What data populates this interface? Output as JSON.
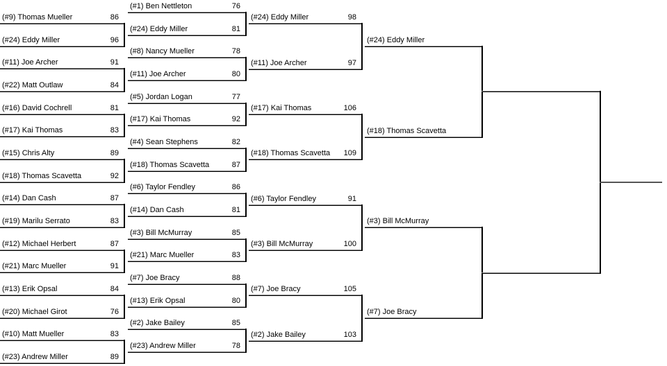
{
  "colors": {
    "background": "#ffffff",
    "text": "#000000",
    "line": "#000000",
    "line_shade": "#8c8c8c",
    "champion_line": "#555555"
  },
  "bracket": {
    "type": "single-elimination",
    "rounds": [
      {
        "name": "round-1",
        "entries": [
          {
            "label": "(#9) Thomas Mueller",
            "score": "86"
          },
          {
            "label": "(#24) Eddy Miller",
            "score": "96"
          },
          {
            "label": "(#11) Joe Archer",
            "score": "91"
          },
          {
            "label": "(#22) Matt Outlaw",
            "score": "84"
          },
          {
            "label": "(#16) David Cochrell",
            "score": "81"
          },
          {
            "label": "(#17) Kai Thomas",
            "score": "83"
          },
          {
            "label": "(#15) Chris Alty",
            "score": "89"
          },
          {
            "label": "(#18) Thomas Scavetta",
            "score": "92"
          },
          {
            "label": "(#14) Dan Cash",
            "score": "87"
          },
          {
            "label": "(#19) Marilu Serrato",
            "score": "83"
          },
          {
            "label": "(#12) Michael Herbert",
            "score": "87"
          },
          {
            "label": "(#21) Marc Mueller",
            "score": "91"
          },
          {
            "label": "(#13) Erik Opsal",
            "score": "84"
          },
          {
            "label": "(#20) Michael Girot",
            "score": "76"
          },
          {
            "label": "(#10) Matt Mueller",
            "score": "83"
          },
          {
            "label": "(#23) Andrew Miller",
            "score": "89"
          }
        ]
      },
      {
        "name": "round-2",
        "entries": [
          {
            "label": "(#1) Ben Nettleton",
            "score": "76"
          },
          {
            "label": "(#24) Eddy Miller",
            "score": "81"
          },
          {
            "label": "(#8) Nancy Mueller",
            "score": "78"
          },
          {
            "label": "(#11) Joe Archer",
            "score": "80"
          },
          {
            "label": "(#5) Jordan Logan",
            "score": "77"
          },
          {
            "label": "(#17) Kai Thomas",
            "score": "92"
          },
          {
            "label": "(#4) Sean Stephens",
            "score": "82"
          },
          {
            "label": "(#18) Thomas Scavetta",
            "score": "87"
          },
          {
            "label": "(#6) Taylor Fendley",
            "score": "86"
          },
          {
            "label": "(#14) Dan Cash",
            "score": "81"
          },
          {
            "label": "(#3) Bill McMurray",
            "score": "85"
          },
          {
            "label": "(#21) Marc Mueller",
            "score": "83"
          },
          {
            "label": "(#7) Joe Bracy",
            "score": "88"
          },
          {
            "label": "(#13) Erik Opsal",
            "score": "80"
          },
          {
            "label": "(#2) Jake Bailey",
            "score": "85"
          },
          {
            "label": "(#23) Andrew Miller",
            "score": "78"
          }
        ]
      },
      {
        "name": "quarterfinals",
        "entries": [
          {
            "label": "(#24) Eddy Miller",
            "score": "98"
          },
          {
            "label": "(#11) Joe Archer",
            "score": "97"
          },
          {
            "label": "(#17) Kai Thomas",
            "score": "106"
          },
          {
            "label": "(#18) Thomas Scavetta",
            "score": "109"
          },
          {
            "label": "(#6) Taylor Fendley",
            "score": "91"
          },
          {
            "label": "(#3) Bill McMurray",
            "score": "100"
          },
          {
            "label": "(#7) Joe Bracy",
            "score": "105"
          },
          {
            "label": "(#2) Jake Bailey",
            "score": "103"
          }
        ]
      },
      {
        "name": "semifinals",
        "entries": [
          {
            "label": "(#24) Eddy Miller",
            "score": ""
          },
          {
            "label": "(#18) Thomas Scavetta",
            "score": ""
          },
          {
            "label": "(#3) Bill McMurray",
            "score": ""
          },
          {
            "label": "(#7) Joe Bracy",
            "score": ""
          }
        ]
      },
      {
        "name": "final",
        "entries": [
          {
            "label": "",
            "score": ""
          },
          {
            "label": "",
            "score": ""
          }
        ]
      },
      {
        "name": "champion",
        "entries": [
          {
            "label": "",
            "score": ""
          }
        ]
      }
    ]
  }
}
